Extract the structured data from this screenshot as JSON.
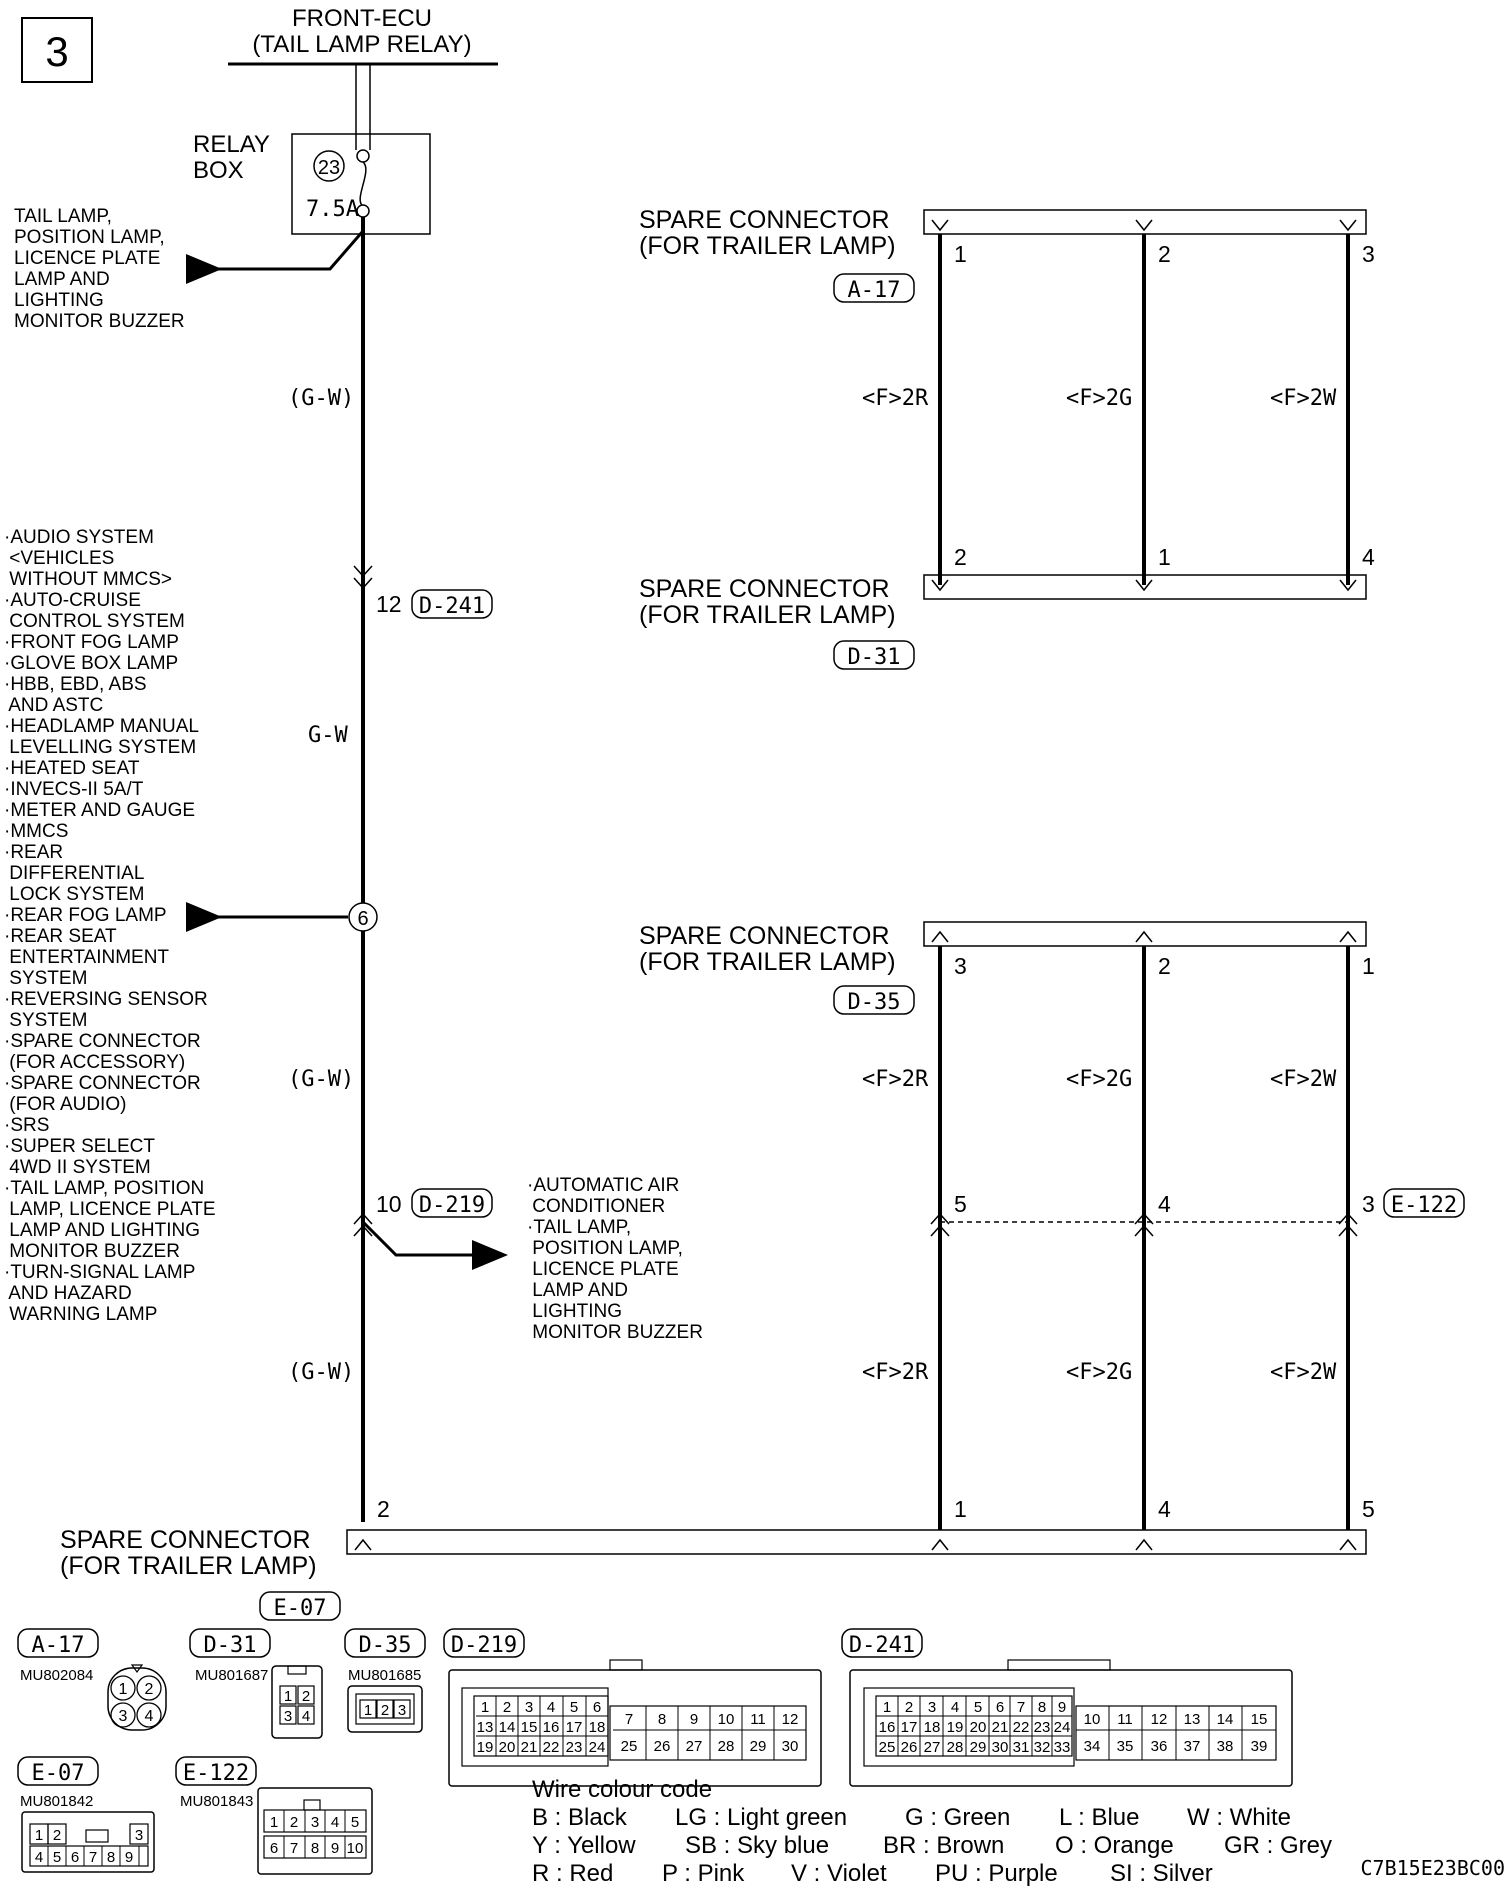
{
  "page_number": "3",
  "source": {
    "line1": "FRONT-ECU",
    "line2": "(TAIL LAMP RELAY)"
  },
  "relay_box": {
    "line1": "RELAY",
    "line2": "BOX",
    "fuse_no": "23",
    "fuse_rating": "7.5A"
  },
  "tail_lamp_branch": [
    "TAIL LAMP,",
    "POSITION LAMP,",
    "LICENCE PLATE",
    "LAMP AND",
    "LIGHTING",
    "MONITOR BUZZER"
  ],
  "wire_labels": {
    "gw_paren": "(G-W)",
    "gw": "G-W",
    "red": "<F>2R",
    "green": "<F>2G",
    "white": "<F>2W"
  },
  "connectors": {
    "d241": {
      "id": "D-241",
      "pin": "12"
    },
    "d219": {
      "id": "D-219",
      "pin": "10"
    },
    "junction": "6",
    "a17": {
      "id": "A-17",
      "title1": "SPARE CONNECTOR",
      "title2": "(FOR TRAILER LAMP)",
      "pins": [
        "1",
        "2",
        "3"
      ]
    },
    "d31": {
      "id": "D-31",
      "title1": "SPARE CONNECTOR",
      "title2": "(FOR TRAILER LAMP)",
      "pins": [
        "2",
        "1",
        "4"
      ]
    },
    "d35": {
      "id": "D-35",
      "title1": "SPARE CONNECTOR",
      "title2": "(FOR TRAILER LAMP)",
      "pins": [
        "3",
        "2",
        "1"
      ]
    },
    "e122": {
      "id": "E-122",
      "pins": [
        "5",
        "4",
        "3"
      ]
    },
    "e07": {
      "id": "E-07",
      "title1": "SPARE CONNECTOR",
      "title2": "(FOR TRAILER LAMP)",
      "pins": [
        "2",
        "1",
        "4",
        "5"
      ]
    }
  },
  "junction_branch": [
    "·AUDIO SYSTEM",
    " <VEHICLES",
    " WITHOUT MMCS>",
    "·AUTO-CRUISE",
    " CONTROL SYSTEM",
    "·FRONT FOG LAMP",
    "·GLOVE BOX LAMP",
    "·HBB, EBD, ABS",
    " AND ASTC",
    "·HEADLAMP MANUAL",
    " LEVELLING SYSTEM",
    "·HEATED SEAT",
    "·INVECS-II 5A/T",
    "·METER AND GAUGE",
    "·MMCS",
    "·REAR",
    " DIFFERENTIAL",
    " LOCK SYSTEM",
    "·REAR FOG LAMP",
    "·REAR SEAT",
    " ENTERTAINMENT",
    " SYSTEM",
    "·REVERSING SENSOR",
    " SYSTEM",
    "·SPARE CONNECTOR",
    " (FOR ACCESSORY)",
    "·SPARE CONNECTOR",
    " (FOR AUDIO)",
    "·SRS",
    "·SUPER SELECT",
    " 4WD II SYSTEM",
    "·TAIL LAMP, POSITION",
    " LAMP, LICENCE PLATE",
    " LAMP AND LIGHTING",
    " MONITOR BUZZER",
    "·TURN-SIGNAL LAMP",
    " AND HAZARD",
    " WARNING LAMP"
  ],
  "d219_branch": [
    "·AUTOMATIC AIR",
    " CONDITIONER",
    "·TAIL LAMP,",
    " POSITION LAMP,",
    " LICENCE PLATE",
    " LAMP AND",
    " LIGHTING",
    " MONITOR BUZZER"
  ],
  "connector_faces": {
    "a17": {
      "id": "A-17",
      "part": "MU802084",
      "pins": [
        "1",
        "2",
        "3",
        "4"
      ]
    },
    "d31": {
      "id": "D-31",
      "part": "MU801687",
      "pins": [
        "1",
        "2",
        "3",
        "4"
      ]
    },
    "d35": {
      "id": "D-35",
      "part": "MU801685",
      "pins": [
        "1",
        "2",
        "3"
      ]
    },
    "e07_top": {
      "id": "E-07"
    },
    "e07": {
      "id": "E-07",
      "part": "MU801842",
      "pins_top": [
        "1",
        "2",
        "3"
      ],
      "pins_bottom": [
        "4",
        "5",
        "6",
        "7",
        "8",
        "9"
      ]
    },
    "e122": {
      "id": "E-122",
      "part": "MU801843",
      "pins_top": [
        "1",
        "2",
        "3",
        "4",
        "5"
      ],
      "pins_bottom": [
        "6",
        "7",
        "8",
        "9",
        "10"
      ]
    },
    "d219": {
      "id": "D-219",
      "pins": [
        "1",
        "2",
        "3",
        "4",
        "5",
        "6",
        "13",
        "14",
        "15",
        "16",
        "17",
        "18",
        "19",
        "20",
        "21",
        "22",
        "23",
        "24",
        "7",
        "8",
        "9",
        "10",
        "11",
        "12",
        "25",
        "26",
        "27",
        "28",
        "29",
        "30"
      ]
    },
    "d241": {
      "id": "D-241",
      "pins": [
        "1",
        "2",
        "3",
        "4",
        "5",
        "6",
        "7",
        "8",
        "9",
        "16",
        "17",
        "18",
        "19",
        "20",
        "21",
        "22",
        "23",
        "24",
        "25",
        "26",
        "27",
        "28",
        "29",
        "30",
        "31",
        "32",
        "33",
        "10",
        "11",
        "12",
        "13",
        "14",
        "15",
        "34",
        "35",
        "36",
        "37",
        "38",
        "39"
      ]
    }
  },
  "wire_colour_code": {
    "title": "Wire colour code",
    "rows": [
      [
        "B : Black",
        "LG : Light green",
        "G : Green",
        "L : Blue",
        "W : White"
      ],
      [
        "Y : Yellow",
        "SB : Sky blue",
        "BR : Brown",
        "O : Orange",
        "GR : Grey"
      ],
      [
        "R : Red",
        "P : Pink",
        "V : Violet",
        "PU : Purple",
        "SI : Silver"
      ]
    ]
  },
  "figure_code": "C7B15E23BC00"
}
